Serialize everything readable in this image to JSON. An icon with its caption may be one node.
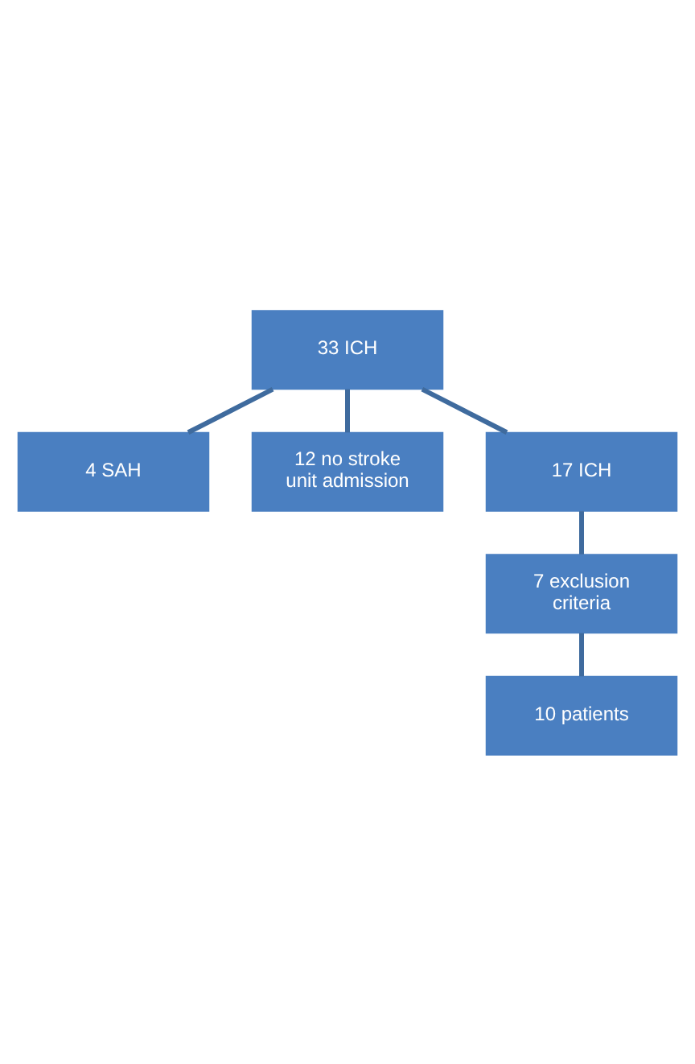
{
  "diagram": {
    "nodes": [
      {
        "text": [
          "33 ICH"
        ]
      },
      {
        "text": [
          "4 SAH"
        ]
      },
      {
        "text": [
          "12 no stroke unit admission"
        ]
      },
      {
        "text": [
          "17 ICH"
        ]
      },
      {
        "text": [
          "7 exclusion criteria"
        ]
      },
      {
        "text": [
          "10 patients"
        ]
      }
    ],
    "edges": [
      {
        "from": 0,
        "to": 1,
        "arrow": "none"
      },
      {
        "from": 0,
        "to": 2,
        "arrow": "none"
      },
      {
        "from": 0,
        "to": 3,
        "arrow": "none"
      },
      {
        "from": 3,
        "to": 4,
        "arrow": "none"
      },
      {
        "from": 4,
        "to": 5,
        "arrow": "none"
      }
    ]
  }
}
